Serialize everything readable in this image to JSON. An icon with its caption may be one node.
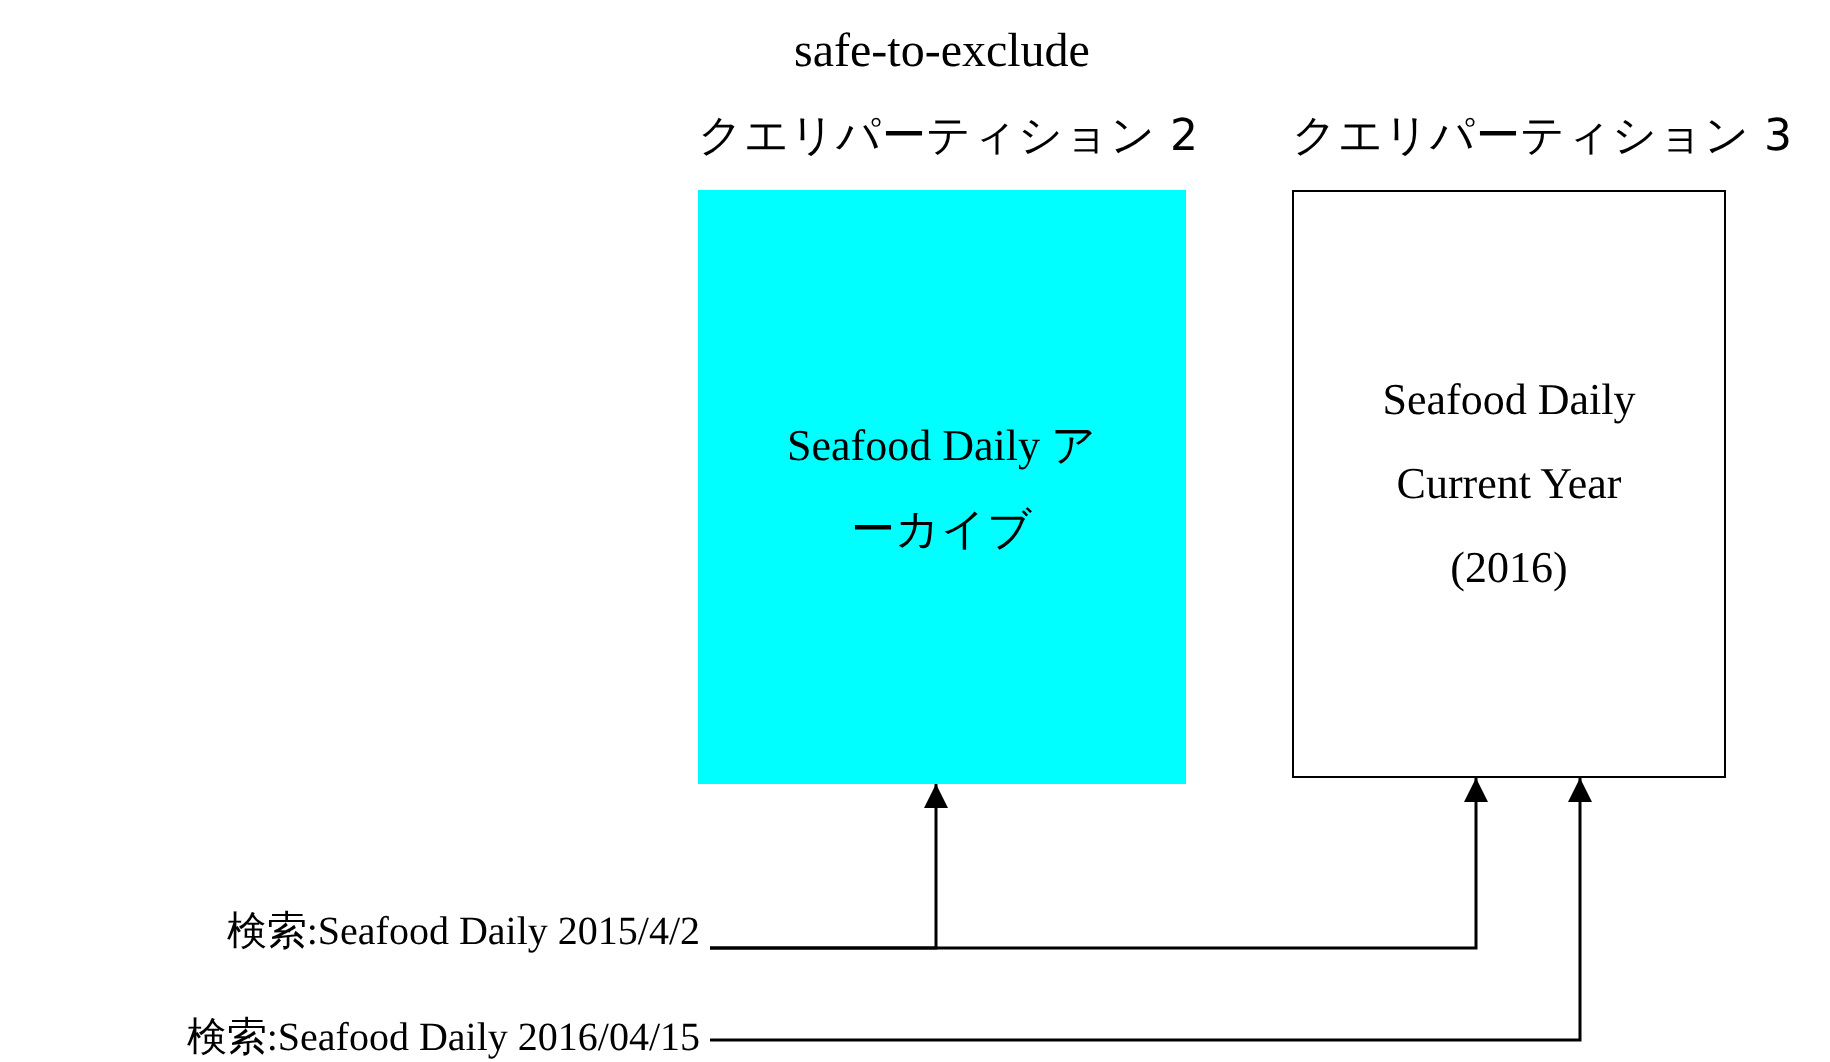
{
  "diagram": {
    "nodes": [
      {
        "text": [
          "クエリパーティション 2",
          "Seafood Daily アーカイブ"
        ],
        "beside": [
          "safe-to-exclude"
        ]
      },
      {
        "text": [
          "クエリパーティション 3",
          "Seafood Daily Current Year (2016)"
        ]
      },
      {
        "text": [
          "検索:Seafood Daily 2015/4/2"
        ]
      },
      {
        "text": [
          "検索:Seafood Daily 2016/04/15"
        ]
      }
    ],
    "edges": [
      {
        "from": 2,
        "to": 0,
        "arrow": "to"
      },
      {
        "from": 2,
        "to": 1,
        "arrow": "to"
      },
      {
        "from": 3,
        "to": 1,
        "arrow": "to"
      }
    ]
  }
}
